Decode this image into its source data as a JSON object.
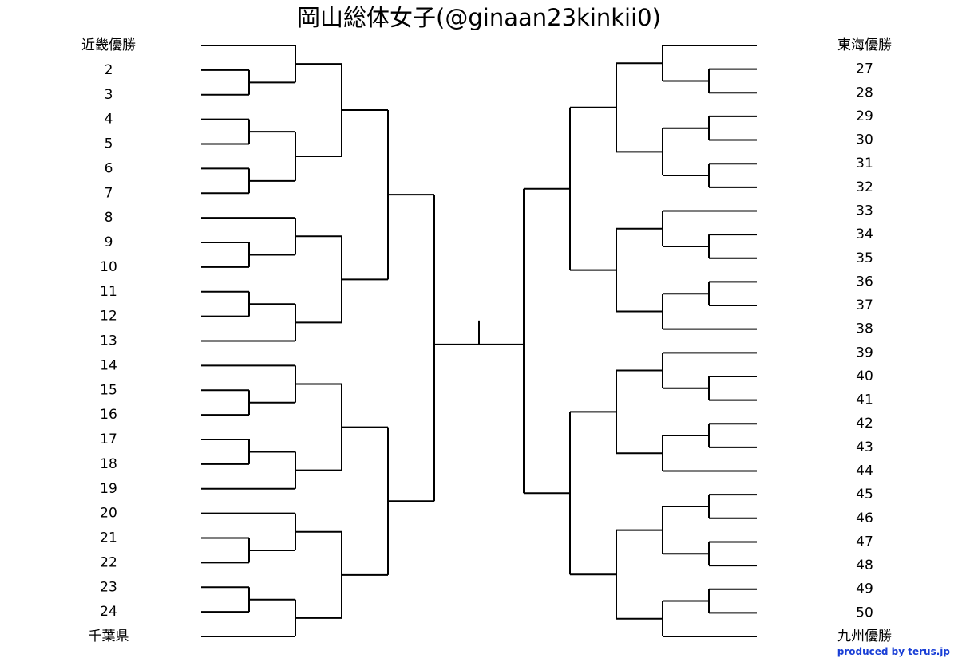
{
  "title": "岡山総体女子(@ginaan23kinkii0)",
  "credit": "produced by terus.jp",
  "colors": {
    "line": "#000000",
    "credit_text": "#1a3fd6",
    "background": "#ffffff"
  },
  "bracket": {
    "left_entries": [
      "近畿優勝",
      "2",
      "3",
      "4",
      "5",
      "6",
      "7",
      "8",
      "9",
      "10",
      "11",
      "12",
      "13",
      "14",
      "15",
      "16",
      "17",
      "18",
      "19",
      "20",
      "21",
      "22",
      "23",
      "24",
      "千葉県"
    ],
    "right_entries": [
      "東海優勝",
      "27",
      "28",
      "29",
      "30",
      "31",
      "32",
      "33",
      "34",
      "35",
      "36",
      "37",
      "38",
      "39",
      "40",
      "41",
      "42",
      "43",
      "44",
      "45",
      "46",
      "47",
      "48",
      "49",
      "50",
      "九州優勝"
    ],
    "left_structure": [
      [
        [
          [
            0,
            [
              1,
              2
            ]
          ],
          [
            [
              3,
              4
            ],
            [
              5,
              6
            ]
          ]
        ],
        [
          [
            7,
            [
              8,
              9
            ]
          ],
          [
            [
              10,
              11
            ],
            12
          ]
        ]
      ],
      [
        [
          [
            13,
            [
              14,
              15
            ]
          ],
          [
            [
              16,
              17
            ],
            18
          ]
        ],
        [
          [
            19,
            [
              20,
              21
            ]
          ],
          [
            [
              22,
              23
            ],
            24
          ]
        ]
      ]
    ],
    "right_structure": [
      [
        [
          [
            0,
            [
              1,
              2
            ]
          ],
          [
            [
              3,
              4
            ],
            [
              5,
              6
            ]
          ]
        ],
        [
          [
            7,
            [
              8,
              9
            ]
          ],
          [
            [
              10,
              11
            ],
            12
          ]
        ]
      ],
      [
        [
          [
            13,
            [
              14,
              15
            ]
          ],
          [
            [
              16,
              17
            ],
            18
          ]
        ],
        [
          [
            [
              19,
              20
            ],
            [
              21,
              22
            ]
          ],
          [
            [
              23,
              24
            ],
            25
          ]
        ]
      ]
    ]
  }
}
